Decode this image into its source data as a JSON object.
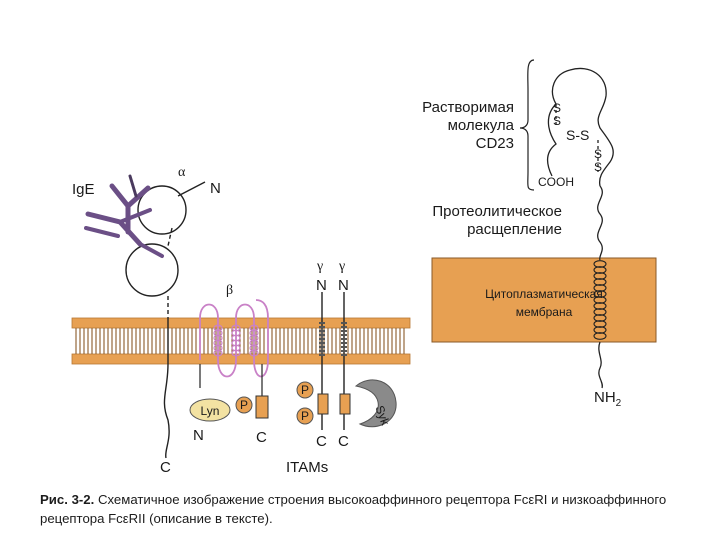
{
  "figure": {
    "ige_label": "IgE",
    "alpha_label": "α",
    "beta_label": "β",
    "gamma_label": "γ",
    "n_label": "N",
    "c_label": "C",
    "lyn_label": "Lyn",
    "p_label": "P",
    "syk_label": "Syk",
    "itams_label": "ITAMs",
    "soluble_cd23": [
      "Растворимая",
      "молекула",
      "CD23"
    ],
    "cooh_label": "COOH",
    "ss_label": "S-S",
    "s_label": "S",
    "proteolytic": [
      "Протеолитическое",
      "расщепление"
    ],
    "membrane": [
      "Цитоплазматическая",
      "мембрана"
    ],
    "nh2_label": "NH",
    "nh2_sub": "2"
  },
  "caption": {
    "label": "Рис. 3-2.",
    "text": " Схематичное изображение строения высокоаффинного рецептора FcεRI и низкоаффинного рецептора FcεRII (описание в тексте)."
  },
  "colors": {
    "membrane_fill": "#e7a052",
    "ige_purple": "#6b4f86",
    "beta_pink": "#c981c7",
    "phospho_orange": "#e7a052",
    "lyn_yellow": "#f3e2a2",
    "syk_gray": "#8a8a8a"
  }
}
